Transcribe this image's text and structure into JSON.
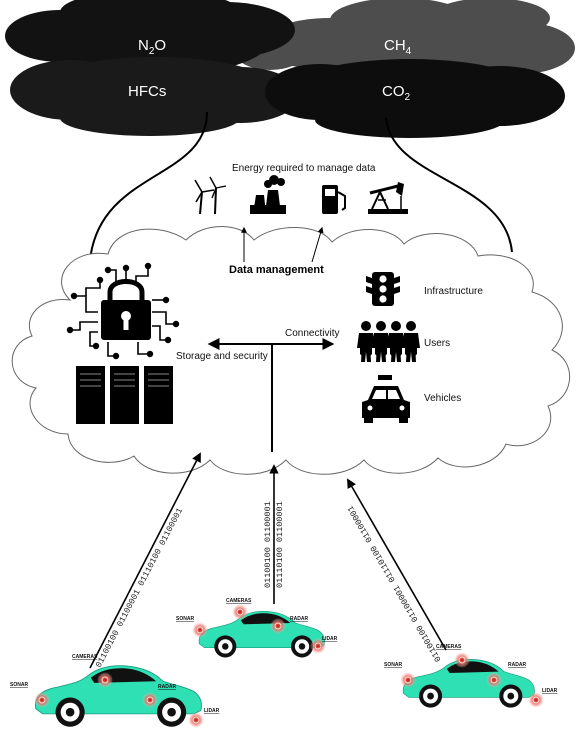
{
  "emissions": {
    "n2o": {
      "base": "N",
      "sub": "2",
      "tail": "O"
    },
    "ch4": {
      "base": "CH",
      "sub": "4"
    },
    "hfcs": "HFCs",
    "co2": {
      "base": "CO",
      "sub": "2"
    }
  },
  "energy_label": "Energy required to manage data",
  "energy_icons": [
    "wind-turbine-icon",
    "power-plant-icon",
    "fuel-pump-icon",
    "oil-pump-icon"
  ],
  "data_management_label": "Data management",
  "storage_label": "Storage and security",
  "connectivity_label": "Connectivity",
  "connectivity_items": {
    "infrastructure": "Infrastructure",
    "users": "Users",
    "vehicles": "Vehicles"
  },
  "binary_streams": {
    "left": "01100100 01100001 01110100 01100001",
    "middle_line1": "01100100 01100001",
    "middle_line2": "01110100 01100001",
    "right": "01100100 01100001 01110100 01100001"
  },
  "sensors": {
    "cameras": "CAMERAS",
    "radar": "RADAR",
    "sonar": "SONAR",
    "lidar": "LIDAR"
  },
  "colors": {
    "cloud_dark": "#1a1a1a",
    "cloud_gray": "#4a4a4a",
    "car_body": "#2fe0b4",
    "sensor": "#e0453a"
  }
}
